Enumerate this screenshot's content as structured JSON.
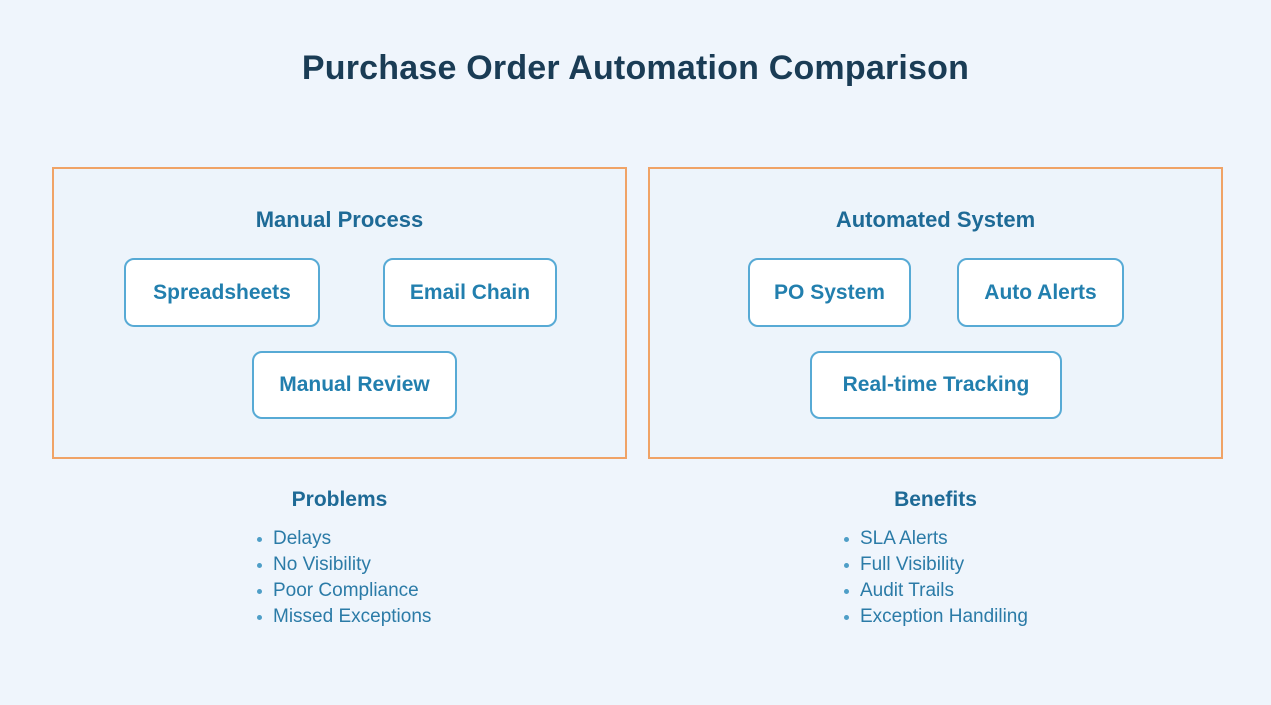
{
  "title": "Purchase Order Automation Comparison",
  "panels": [
    {
      "title": "Manual Process",
      "boxes": [
        "Spreadsheets",
        "Email Chain",
        "Manual Review"
      ]
    },
    {
      "title": "Automated System",
      "boxes": [
        "PO System",
        "Auto Alerts",
        "Real-time Tracking"
      ]
    }
  ],
  "lists": [
    {
      "title": "Problems",
      "items": [
        "Delays",
        "No Visibility",
        "Poor Compliance",
        "Missed Exceptions"
      ]
    },
    {
      "title": "Benefits",
      "items": [
        "SLA Alerts",
        "Full Visibility",
        "Audit Trails",
        "Exception Handiling"
      ]
    }
  ],
  "colors": {
    "background": "#eff5fc",
    "panel_border": "#f0a366",
    "node_border": "#57aad5",
    "node_background": "#ffffff",
    "title_text": "#1a3c55",
    "heading_text": "#1e6a96",
    "node_text": "#227fae",
    "list_text": "#2b7ba7"
  }
}
